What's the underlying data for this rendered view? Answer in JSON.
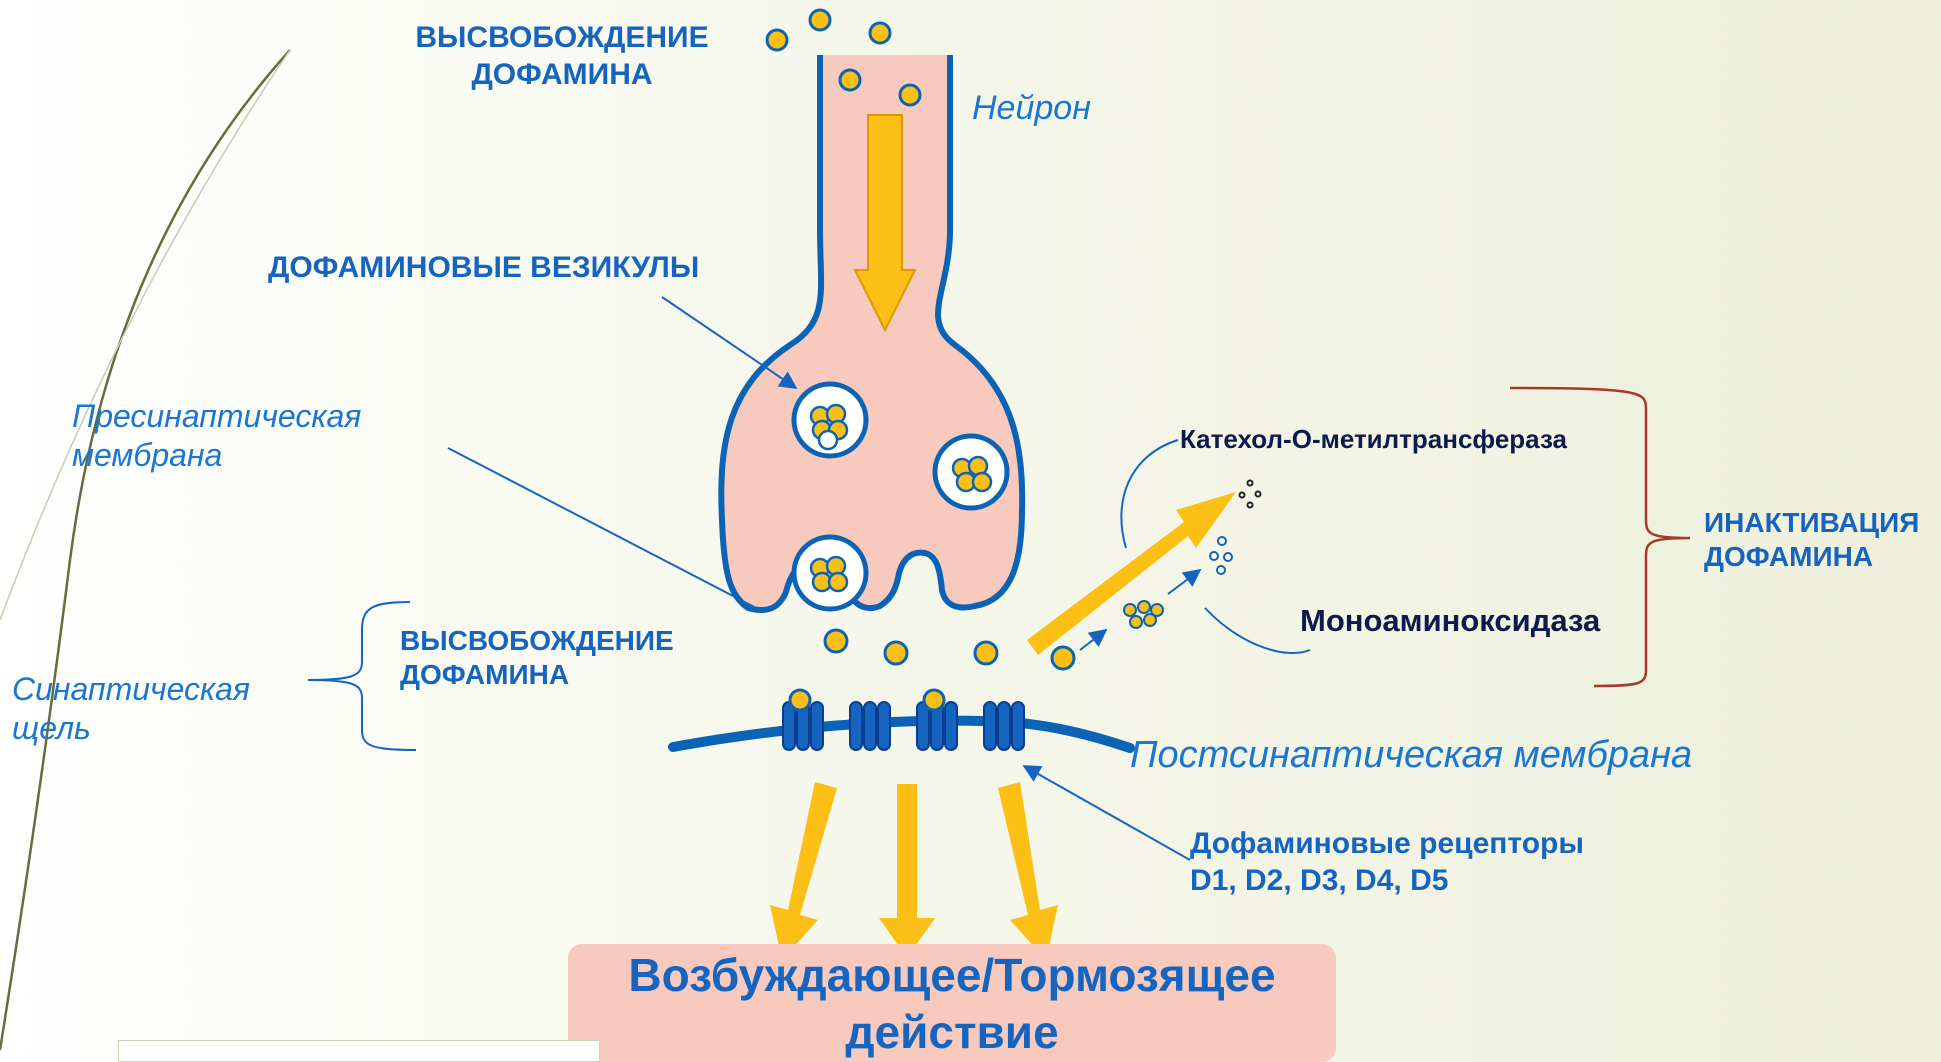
{
  "labels": {
    "release_top": "ВЫСВОБОЖДЕНИЕ\nДОФАМИНА",
    "neuron": "Нейрон",
    "vesicles": "ДОФАМИНОВЫЕ ВЕЗИКУЛЫ",
    "presynaptic": "Пресинаптическая\nмембрана",
    "release_bottom": "ВЫСВОБОЖДЕНИЕ\nДОФАМИНА",
    "synaptic_cleft": "Синаптическая\nщель",
    "postsynaptic": "Постсинаптическая мембрана",
    "receptors": "Дофаминовые рецепторы\nD1, D2, D3, D4, D5",
    "comt": "Катехол-О-метилтрансфераза",
    "mao": "Моноаминоксидаза",
    "inactivation": "ИНАКТИВАЦИЯ\nДОФАМИНА",
    "effect": "Возбуждающее/Тормозящее\nдействие"
  },
  "colors": {
    "label_blue": "#1565c0",
    "membrane_blue": "#0b63b5",
    "neuron_fill": "#f8c9bd",
    "dopamine_yellow": "#fbbf16",
    "arrow_yellow": "#fbbf16",
    "brace_red": "#a33a2a",
    "dark_navy": "#0d1b4c"
  }
}
